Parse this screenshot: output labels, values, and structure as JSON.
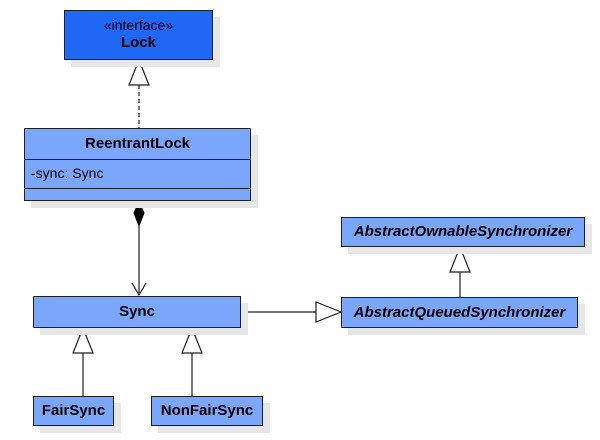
{
  "classes": {
    "lock": {
      "stereotype": "«interface»",
      "name": "Lock"
    },
    "reentrant_lock": {
      "name": "ReentrantLock",
      "attributes": [
        "-sync: Sync"
      ]
    },
    "sync": {
      "name": "Sync"
    },
    "fair_sync": {
      "name": "FairSync"
    },
    "nonfair_sync": {
      "name": "NonFairSync"
    },
    "aos": {
      "name": "AbstractOwnableSynchronizer"
    },
    "aqs": {
      "name": "AbstractQueuedSynchronizer"
    }
  },
  "colors": {
    "interface_fill": "#1f67f5",
    "class_fill": "#7aa7fb",
    "stroke": "#1f1f1f",
    "shadow": "#e6e6e6"
  }
}
